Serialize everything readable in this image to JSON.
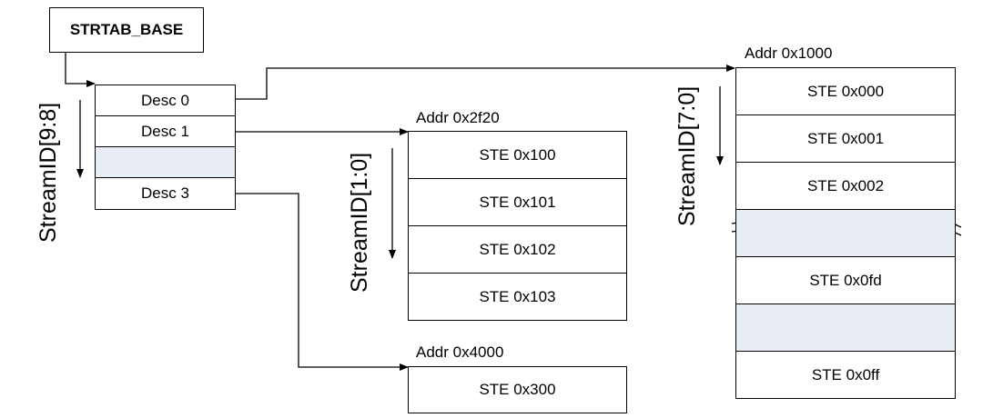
{
  "base_register": "STRTAB_BASE",
  "level1": {
    "axis_label": "StreamID[9:8]",
    "descriptors": [
      "Desc 0",
      "Desc 1",
      "",
      "Desc 3"
    ]
  },
  "table_2f20": {
    "address": "Addr 0x2f20",
    "axis_label": "StreamID[1:0]",
    "entries": [
      "STE 0x100",
      "STE 0x101",
      "STE 0x102",
      "STE 0x103"
    ]
  },
  "table_4000": {
    "address": "Addr 0x4000",
    "entries": [
      "STE 0x300"
    ]
  },
  "table_1000": {
    "address": "Addr 0x1000",
    "axis_label": "StreamID[7:0]",
    "entries": [
      "STE 0x000",
      "STE 0x001",
      "STE 0x002",
      "",
      "STE 0x0fd",
      "",
      "STE 0x0ff"
    ]
  },
  "colors": {
    "line": "#000000",
    "shaded_fill": "#e8edf6"
  }
}
